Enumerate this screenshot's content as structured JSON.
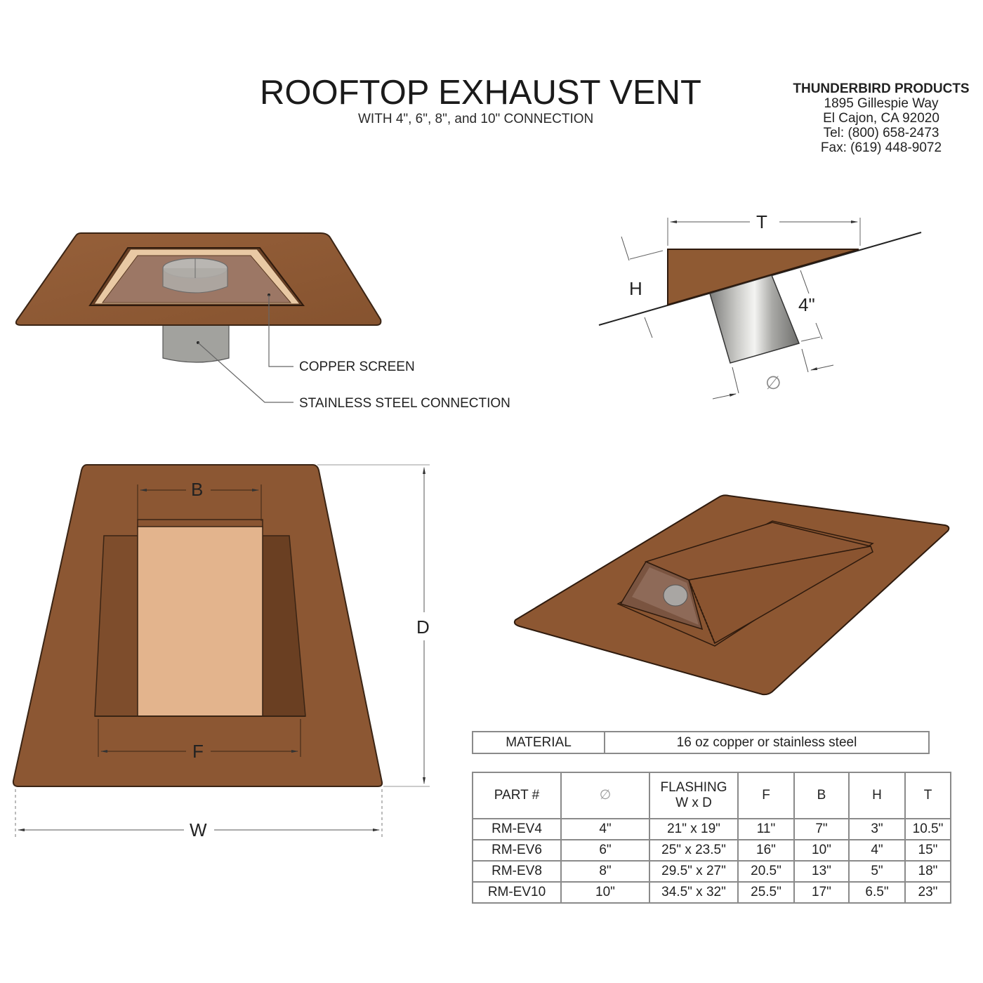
{
  "header": {
    "title": "ROOFTOP EXHAUST VENT",
    "subtitle": "WITH 4\", 6\", 8\", and 10\"  CONNECTION"
  },
  "company": {
    "name": "THUNDERBIRD PRODUCTS",
    "address_line1": "1895 Gillespie Way",
    "address_line2": "El Cajon, CA 92020",
    "tel": "Tel: (800) 658-2473",
    "fax": "Fax: (619) 448-9072"
  },
  "callouts": {
    "copper_screen": "COPPER SCREEN",
    "stainless_connection": "STAINLESS STEEL CONNECTION"
  },
  "dimensions": {
    "T": "T",
    "H": "H",
    "connection_length": "4\"",
    "diameter": "∅",
    "B": "B",
    "F": "F",
    "D": "D",
    "W": "W"
  },
  "colors": {
    "copper_flashing": "#8e5a33",
    "copper_light": "#e2b48c",
    "stainless": "#a8a8a4",
    "outline": "#3a2414",
    "table_border": "#8a8a8a"
  },
  "material_table": {
    "label": "MATERIAL",
    "value": "16 oz copper or stainless steel"
  },
  "parts_table": {
    "headers": {
      "part": "PART #",
      "diameter": "∅",
      "flashing_line1": "FLASHING",
      "flashing_line2": "W x D",
      "f": "F",
      "b": "B",
      "h": "H",
      "t": "T"
    },
    "rows": [
      {
        "part": "RM-EV4",
        "diameter": "4\"",
        "flashing": "21\" x 19\"",
        "f": "11\"",
        "b": "7\"",
        "h": "3\"",
        "t": "10.5\""
      },
      {
        "part": "RM-EV6",
        "diameter": "6\"",
        "flashing": "25\" x 23.5\"",
        "f": "16\"",
        "b": "10\"",
        "h": "4\"",
        "t": "15\""
      },
      {
        "part": "RM-EV8",
        "diameter": "8\"",
        "flashing": "29.5\" x 27\"",
        "f": "20.5\"",
        "b": "13\"",
        "h": "5\"",
        "t": "18\""
      },
      {
        "part": "RM-EV10",
        "diameter": "10\"",
        "flashing": "34.5\" x 32\"",
        "f": "25.5\"",
        "b": "17\"",
        "h": "6.5\"",
        "t": "23\""
      }
    ]
  }
}
